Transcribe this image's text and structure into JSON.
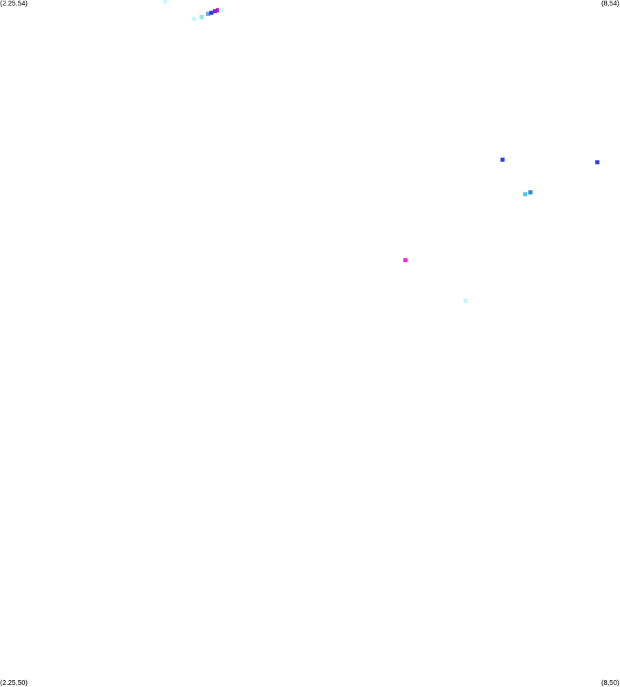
{
  "corners": {
    "top_left": "(2.25,54)",
    "top_right": "(8,54)",
    "bottom_left": "(2.25,50)",
    "bottom_right": "(8,50)"
  },
  "extent": {
    "lon_min": 2.25,
    "lon_max": 8,
    "lat_min": 50,
    "lat_max": 54
  },
  "points": [
    {
      "lon": 3.78,
      "lat": 53.99,
      "color": "#c8fbfb"
    },
    {
      "lon": 4.05,
      "lat": 53.89,
      "color": "#bff7fb"
    },
    {
      "lon": 4.12,
      "lat": 53.9,
      "color": "#8be6f3"
    },
    {
      "lon": 4.18,
      "lat": 53.92,
      "color": "#6f9ff0"
    },
    {
      "lon": 4.21,
      "lat": 53.925,
      "color": "#2a3fe0"
    },
    {
      "lon": 4.245,
      "lat": 53.935,
      "color": "#8a22c8"
    },
    {
      "lon": 4.27,
      "lat": 53.94,
      "color": "#9a1fc0"
    },
    {
      "lon": 4.3,
      "lat": 53.943,
      "color": "#c8fbfb"
    },
    {
      "lon": 6.91,
      "lat": 53.07,
      "color": "#2a3fe0"
    },
    {
      "lon": 7.79,
      "lat": 53.055,
      "color": "#2a3fe0"
    },
    {
      "lon": 7.12,
      "lat": 52.87,
      "color": "#52c6ea"
    },
    {
      "lon": 7.17,
      "lat": 52.88,
      "color": "#2d88d0"
    },
    {
      "lon": 6.01,
      "lat": 52.485,
      "color": "#ee22e8"
    },
    {
      "lon": 6.57,
      "lat": 52.25,
      "color": "#bff7fb"
    }
  ]
}
